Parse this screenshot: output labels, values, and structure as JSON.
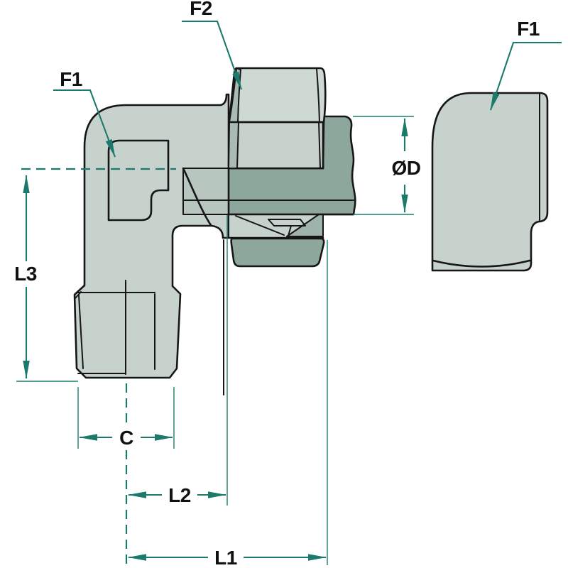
{
  "diagram": {
    "kind": "technical-drawing",
    "description": "Sectioned catalog drawing of a 90-degree elbow compression fitting: main sectioned view with swivel nut and tube, plus right-hand side profile view, with dimension callouts",
    "labels": {
      "f1_main": "F1",
      "f2": "F2",
      "f1_side": "F1",
      "dim_diameter": "ØD",
      "dim_l3": "L3",
      "dim_c": "C",
      "dim_l2": "L2",
      "dim_l1": "L1"
    },
    "colors": {
      "ink": "#161616",
      "ink2": "#111111",
      "teal": "#1b7a6c",
      "light": "#c7d2cd",
      "lighter": "#cfd9d4",
      "mid": "#b7c7c0",
      "dark": "#8da79d",
      "sliver": "#a9bbb3",
      "zone": "#9db3ab",
      "bg": "#ffffff"
    }
  }
}
